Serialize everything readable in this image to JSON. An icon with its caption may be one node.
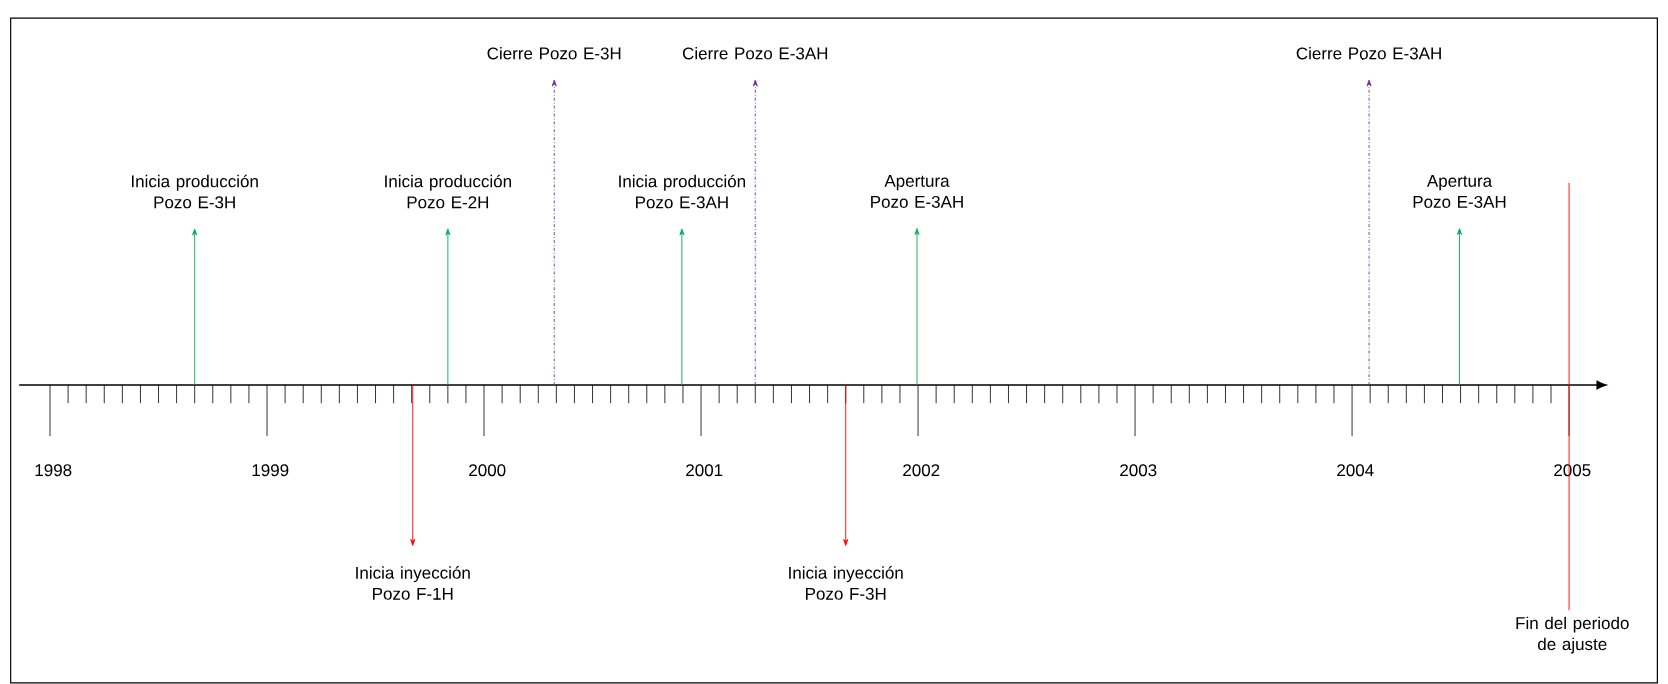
{
  "diagram": {
    "nodes": [
      {
        "text": [
          "Cierre Pozo E-3H"
        ]
      },
      {
        "text": [
          "Cierre Pozo E-3AH"
        ]
      },
      {
        "text": [
          "Cierre Pozo E-3AH"
        ]
      },
      {
        "text": [
          "Inicia producción Pozo E-3H"
        ]
      },
      {
        "text": [
          "Inicia producción Pozo E-2H"
        ]
      },
      {
        "text": [
          "Inicia producción Pozo E-3AH"
        ]
      },
      {
        "text": [
          "Apertura Pozo E-3AH"
        ]
      },
      {
        "text": [
          "Apertura Pozo E-3AH"
        ]
      },
      {
        "text": [
          "Inicia inyección Pozo F-1H"
        ]
      },
      {
        "text": [
          "Inicia inyección Pozo F-3H"
        ]
      },
      {
        "text": [
          "Fin del periodo de ajuste"
        ]
      }
    ],
    "edges": [
      {
        "from": null,
        "to": 0,
        "arrow": "to",
        "style": "dashed",
        "color": "#7030a0"
      },
      {
        "from": null,
        "to": 1,
        "arrow": "to",
        "style": "dashed",
        "color": "#7030a0"
      },
      {
        "from": null,
        "to": 2,
        "arrow": "to",
        "style": "dashed",
        "color": "#7030a0"
      },
      {
        "from": null,
        "to": 3,
        "arrow": "to"
      },
      {
        "from": null,
        "to": 4,
        "arrow": "to"
      },
      {
        "from": null,
        "to": 5,
        "arrow": "to"
      },
      {
        "from": null,
        "to": 6,
        "arrow": "to"
      },
      {
        "from": null,
        "to": 7,
        "arrow": "to"
      },
      {
        "from": null,
        "to": 8,
        "arrow": "to",
        "color": "#ff0000"
      },
      {
        "from": null,
        "to": 9,
        "arrow": "to",
        "color": "#ff0000"
      },
      {
        "from": null,
        "to": 10,
        "arrow": "none",
        "color": "#ff0000"
      }
    ],
    "labels": [
      "1998",
      "1999",
      "2000",
      "2001",
      "2002",
      "2003",
      "2004",
      "2005"
    ]
  }
}
